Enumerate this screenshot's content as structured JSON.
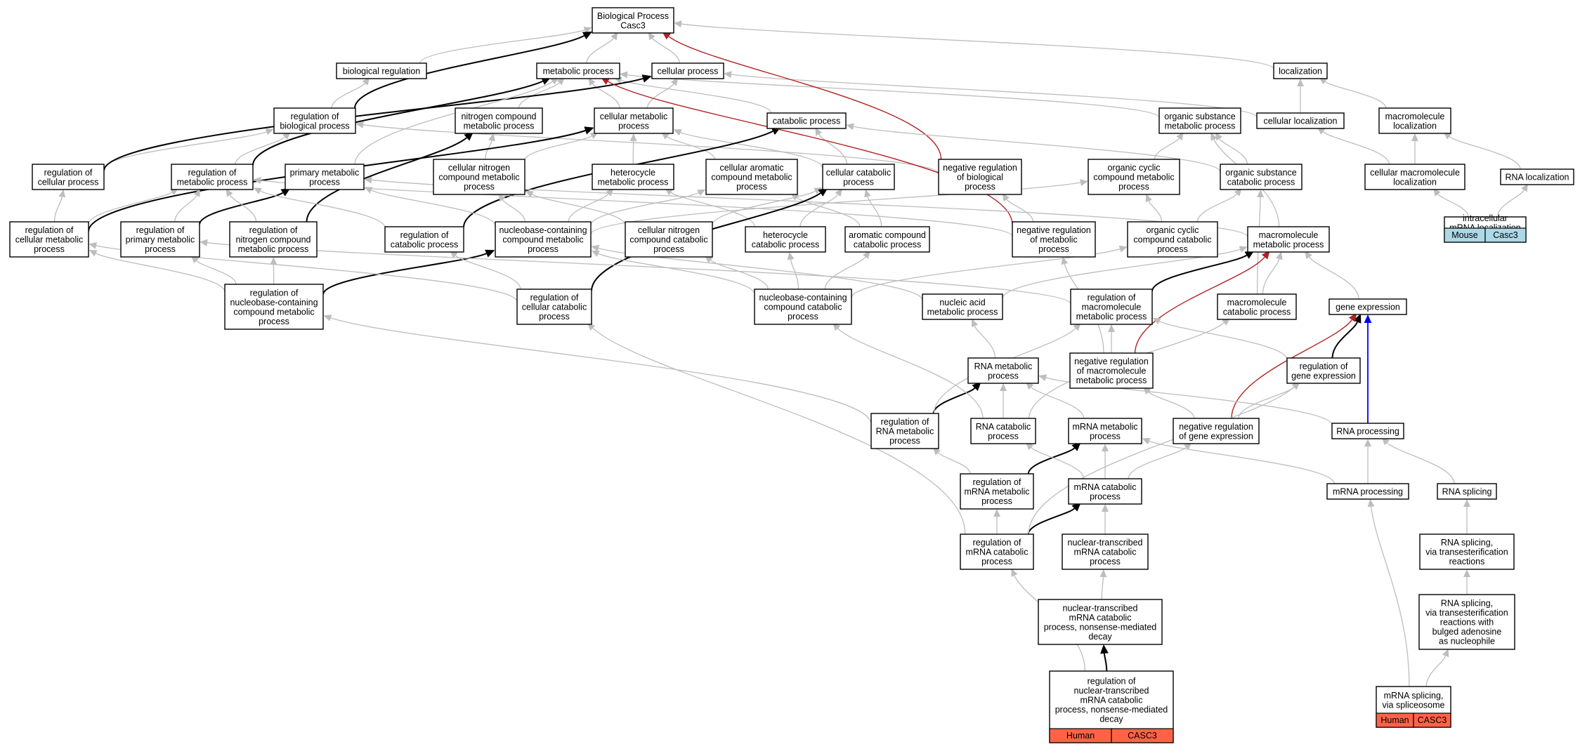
{
  "nodes": [
    {
      "id": "root",
      "lines": [
        "Biological Process",
        "Casc3"
      ]
    },
    {
      "id": "bioreg",
      "lines": [
        "biological regulation"
      ]
    },
    {
      "id": "metab",
      "lines": [
        "metabolic process"
      ]
    },
    {
      "id": "cellproc",
      "lines": [
        "cellular process"
      ]
    },
    {
      "id": "localization",
      "lines": [
        "localization"
      ]
    },
    {
      "id": "regbio",
      "lines": [
        "regulation of",
        "biological process"
      ]
    },
    {
      "id": "nitrometab",
      "lines": [
        "nitrogen compound",
        "metabolic process"
      ]
    },
    {
      "id": "cellmetab",
      "lines": [
        "cellular metabolic",
        "process"
      ]
    },
    {
      "id": "catab",
      "lines": [
        "catabolic process"
      ]
    },
    {
      "id": "orgsub",
      "lines": [
        "organic substance",
        "metabolic process"
      ]
    },
    {
      "id": "cellloc",
      "lines": [
        "cellular localization"
      ]
    },
    {
      "id": "macroloc",
      "lines": [
        "macromolecule",
        "localization"
      ]
    },
    {
      "id": "regcell",
      "lines": [
        "regulation of",
        "cellular process"
      ]
    },
    {
      "id": "regmetab",
      "lines": [
        "regulation of",
        "metabolic process"
      ]
    },
    {
      "id": "primmetab",
      "lines": [
        "primary metabolic",
        "process"
      ]
    },
    {
      "id": "cellnitro",
      "lines": [
        "cellular nitrogen",
        "compound metabolic",
        "process"
      ]
    },
    {
      "id": "hetero",
      "lines": [
        "heterocycle",
        "metabolic process"
      ]
    },
    {
      "id": "cellarom",
      "lines": [
        "cellular aromatic",
        "compound metabolic",
        "process"
      ]
    },
    {
      "id": "cellcatab",
      "lines": [
        "cellular catabolic",
        "process"
      ]
    },
    {
      "id": "negregbio",
      "lines": [
        "negative regulation",
        "of biological",
        "process"
      ]
    },
    {
      "id": "orgcyc",
      "lines": [
        "organic cyclic",
        "compound metabolic",
        "process"
      ]
    },
    {
      "id": "orgsubcat",
      "lines": [
        "organic substance",
        "catabolic process"
      ]
    },
    {
      "id": "cellmacroloc",
      "lines": [
        "cellular macromolecule",
        "localization"
      ]
    },
    {
      "id": "rnaloc",
      "lines": [
        "RNA localization"
      ]
    },
    {
      "id": "regcellmetab",
      "lines": [
        "regulation of",
        "cellular metabolic",
        "process"
      ]
    },
    {
      "id": "regprim",
      "lines": [
        "regulation of",
        "primary metabolic",
        "process"
      ]
    },
    {
      "id": "regnitro",
      "lines": [
        "regulation of",
        "nitrogen compound",
        "metabolic process"
      ]
    },
    {
      "id": "regcatab",
      "lines": [
        "regulation of",
        "catabolic process"
      ]
    },
    {
      "id": "nbcmetab",
      "lines": [
        "nucleobase-containing",
        "compound metabolic",
        "process"
      ]
    },
    {
      "id": "cellnitrocat",
      "lines": [
        "cellular nitrogen",
        "compound catabolic",
        "process"
      ]
    },
    {
      "id": "heterocat",
      "lines": [
        "heterocycle",
        "catabolic process"
      ]
    },
    {
      "id": "aromcat",
      "lines": [
        "aromatic compound",
        "catabolic process"
      ]
    },
    {
      "id": "negregmetab",
      "lines": [
        "negative regulation",
        "of metabolic",
        "process"
      ]
    },
    {
      "id": "orgcyccat",
      "lines": [
        "organic cyclic",
        "compound catabolic",
        "process"
      ]
    },
    {
      "id": "macrometab",
      "lines": [
        "macromolecule",
        "metabolic process"
      ]
    },
    {
      "id": "intramrnaloc",
      "lines": [
        "intracellular",
        "mRNA localization"
      ]
    },
    {
      "id": "regnbc",
      "lines": [
        "regulation of",
        "nucleobase-containing",
        "compound metabolic",
        "process"
      ]
    },
    {
      "id": "regcellcat",
      "lines": [
        "regulation of",
        "cellular catabolic",
        "process"
      ]
    },
    {
      "id": "nbccat",
      "lines": [
        "nucleobase-containing",
        "compound catabolic",
        "process"
      ]
    },
    {
      "id": "nucacid",
      "lines": [
        "nucleic acid",
        "metabolic process"
      ]
    },
    {
      "id": "regmacro",
      "lines": [
        "regulation of",
        "macromolecule",
        "metabolic process"
      ]
    },
    {
      "id": "macrocat",
      "lines": [
        "macromolecule",
        "catabolic process"
      ]
    },
    {
      "id": "geneexp",
      "lines": [
        "gene expression"
      ]
    },
    {
      "id": "rnametab",
      "lines": [
        "RNA metabolic",
        "process"
      ]
    },
    {
      "id": "negregmacro",
      "lines": [
        "negative regulation",
        "of macromolecule",
        "metabolic process"
      ]
    },
    {
      "id": "reggeneexp",
      "lines": [
        "regulation of",
        "gene expression"
      ]
    },
    {
      "id": "regrna",
      "lines": [
        "regulation of",
        "RNA metabolic",
        "process"
      ]
    },
    {
      "id": "rnacat",
      "lines": [
        "RNA catabolic",
        "process"
      ]
    },
    {
      "id": "mrnametab",
      "lines": [
        "mRNA metabolic",
        "process"
      ]
    },
    {
      "id": "negreggene",
      "lines": [
        "negative regulation",
        "of gene expression"
      ]
    },
    {
      "id": "rnaproc",
      "lines": [
        "RNA processing"
      ]
    },
    {
      "id": "regmrnametab",
      "lines": [
        "regulation of",
        "mRNA metabolic",
        "process"
      ]
    },
    {
      "id": "mrnacat",
      "lines": [
        "mRNA catabolic",
        "process"
      ]
    },
    {
      "id": "mrnaproc",
      "lines": [
        "mRNA processing"
      ]
    },
    {
      "id": "rnasplice",
      "lines": [
        "RNA splicing"
      ]
    },
    {
      "id": "regmrnacat",
      "lines": [
        "regulation of",
        "mRNA catabolic",
        "process"
      ]
    },
    {
      "id": "ntmrnacat",
      "lines": [
        "nuclear-transcribed",
        "mRNA catabolic",
        "process"
      ]
    },
    {
      "id": "rnaspltrans",
      "lines": [
        "RNA splicing,",
        "via transesterification",
        "reactions"
      ]
    },
    {
      "id": "nmd",
      "lines": [
        "nuclear-transcribed",
        "mRNA catabolic",
        "process, nonsense-mediated",
        "decay"
      ]
    },
    {
      "id": "rnasplbulged",
      "lines": [
        "RNA splicing,",
        "via transesterification",
        "reactions with",
        "bulged adenosine",
        "as nucleophile"
      ]
    },
    {
      "id": "regnmd",
      "lines": [
        "regulation of",
        "nuclear-transcribed",
        "mRNA catabolic",
        "process, nonsense-mediated",
        "decay"
      ],
      "tags": [
        "Human",
        "CASC3"
      ]
    },
    {
      "id": "mrnasplice",
      "lines": [
        "mRNA splicing,",
        "via spliceosome"
      ],
      "tags": [
        "Human",
        "CASC3"
      ]
    }
  ],
  "tags": {
    "intramrnaloc": {
      "labels": [
        "Mouse",
        "Casc3"
      ],
      "color": "#add8e6"
    },
    "regnmd": {
      "labels": [
        "Human",
        "CASC3"
      ],
      "color": "#ff6347"
    },
    "mrnasplice": {
      "labels": [
        "Human",
        "CASC3"
      ],
      "color": "#ff6347"
    }
  },
  "colors": {
    "grey": "#bdbdbd",
    "black": "#000000",
    "red": "#b22222",
    "blue": "#0000ee",
    "mouse_tag": "#add8e6",
    "human_tag": "#ff6347"
  },
  "edges": [
    {
      "from": "bioreg",
      "to": "root",
      "style": "grey"
    },
    {
      "from": "metab",
      "to": "root",
      "style": "grey"
    },
    {
      "from": "cellproc",
      "to": "root",
      "style": "grey"
    },
    {
      "from": "localization",
      "to": "root",
      "style": "grey"
    },
    {
      "from": "regbio",
      "to": "bioreg",
      "style": "grey"
    },
    {
      "from": "regbio",
      "to": "root",
      "style": "black"
    },
    {
      "from": "nitrometab",
      "to": "metab",
      "style": "grey"
    },
    {
      "from": "cellmetab",
      "to": "metab",
      "style": "grey"
    },
    {
      "from": "cellmetab",
      "to": "cellproc",
      "style": "grey"
    },
    {
      "from": "catab",
      "to": "metab",
      "style": "grey"
    },
    {
      "from": "orgsub",
      "to": "metab",
      "style": "grey"
    },
    {
      "from": "cellloc",
      "to": "cellproc",
      "style": "grey"
    },
    {
      "from": "cellloc",
      "to": "localization",
      "style": "grey"
    },
    {
      "from": "macroloc",
      "to": "localization",
      "style": "grey"
    },
    {
      "from": "regcell",
      "to": "regbio",
      "style": "grey"
    },
    {
      "from": "regcell",
      "to": "cellproc",
      "style": "black"
    },
    {
      "from": "regmetab",
      "to": "regbio",
      "style": "grey"
    },
    {
      "from": "regmetab",
      "to": "metab",
      "style": "black"
    },
    {
      "from": "primmetab",
      "to": "metab",
      "style": "grey"
    },
    {
      "from": "cellnitro",
      "to": "nitrometab",
      "style": "grey"
    },
    {
      "from": "cellnitro",
      "to": "cellmetab",
      "style": "grey"
    },
    {
      "from": "hetero",
      "to": "cellmetab",
      "style": "grey"
    },
    {
      "from": "cellarom",
      "to": "cellmetab",
      "style": "grey"
    },
    {
      "from": "cellcatab",
      "to": "cellmetab",
      "style": "grey"
    },
    {
      "from": "cellcatab",
      "to": "catab",
      "style": "grey"
    },
    {
      "from": "negregbio",
      "to": "regbio",
      "style": "grey"
    },
    {
      "from": "negregbio",
      "to": "root",
      "style": "red"
    },
    {
      "from": "orgcyc",
      "to": "orgsub",
      "style": "grey"
    },
    {
      "from": "orgsubcat",
      "to": "orgsub",
      "style": "grey"
    },
    {
      "from": "orgsubcat",
      "to": "catab",
      "style": "grey"
    },
    {
      "from": "cellmacroloc",
      "to": "cellloc",
      "style": "grey"
    },
    {
      "from": "cellmacroloc",
      "to": "macroloc",
      "style": "grey"
    },
    {
      "from": "rnaloc",
      "to": "macroloc",
      "style": "grey"
    },
    {
      "from": "regcellmetab",
      "to": "regcell",
      "style": "grey"
    },
    {
      "from": "regcellmetab",
      "to": "regmetab",
      "style": "grey"
    },
    {
      "from": "regcellmetab",
      "to": "cellmetab",
      "style": "black"
    },
    {
      "from": "regprim",
      "to": "regmetab",
      "style": "grey"
    },
    {
      "from": "regprim",
      "to": "primmetab",
      "style": "black"
    },
    {
      "from": "regnitro",
      "to": "regmetab",
      "style": "grey"
    },
    {
      "from": "regnitro",
      "to": "nitrometab",
      "style": "black"
    },
    {
      "from": "regcatab",
      "to": "regmetab",
      "style": "grey"
    },
    {
      "from": "regcatab",
      "to": "catab",
      "style": "black"
    },
    {
      "from": "nbcmetab",
      "to": "cellnitro",
      "style": "grey"
    },
    {
      "from": "nbcmetab",
      "to": "hetero",
      "style": "grey"
    },
    {
      "from": "nbcmetab",
      "to": "cellarom",
      "style": "grey"
    },
    {
      "from": "nbcmetab",
      "to": "primmetab",
      "style": "grey"
    },
    {
      "from": "nbcmetab",
      "to": "orgcyc",
      "style": "grey"
    },
    {
      "from": "cellnitrocat",
      "to": "cellcatab",
      "style": "grey"
    },
    {
      "from": "cellnitrocat",
      "to": "cellnitro",
      "style": "grey"
    },
    {
      "from": "heterocat",
      "to": "cellcatab",
      "style": "grey"
    },
    {
      "from": "heterocat",
      "to": "hetero",
      "style": "grey"
    },
    {
      "from": "aromcat",
      "to": "cellcatab",
      "style": "grey"
    },
    {
      "from": "aromcat",
      "to": "cellarom",
      "style": "grey"
    },
    {
      "from": "negregmetab",
      "to": "regmetab",
      "style": "grey"
    },
    {
      "from": "negregmetab",
      "to": "negregbio",
      "style": "grey"
    },
    {
      "from": "negregmetab",
      "to": "metab",
      "style": "red"
    },
    {
      "from": "orgcyccat",
      "to": "orgcyc",
      "style": "grey"
    },
    {
      "from": "orgcyccat",
      "to": "orgsubcat",
      "style": "grey"
    },
    {
      "from": "macrometab",
      "to": "primmetab",
      "style": "grey"
    },
    {
      "from": "macrometab",
      "to": "orgsub",
      "style": "grey"
    },
    {
      "from": "intramrnaloc",
      "to": "cellmacroloc",
      "style": "grey"
    },
    {
      "from": "intramrnaloc",
      "to": "rnaloc",
      "style": "grey"
    },
    {
      "from": "regnbc",
      "to": "regcellmetab",
      "style": "grey"
    },
    {
      "from": "regnbc",
      "to": "regprim",
      "style": "grey"
    },
    {
      "from": "regnbc",
      "to": "regnitro",
      "style": "grey"
    },
    {
      "from": "regnbc",
      "to": "nbcmetab",
      "style": "black"
    },
    {
      "from": "regcellcat",
      "to": "regcatab",
      "style": "grey"
    },
    {
      "from": "regcellcat",
      "to": "regcellmetab",
      "style": "grey"
    },
    {
      "from": "regcellcat",
      "to": "cellcatab",
      "style": "black"
    },
    {
      "from": "nbccat",
      "to": "nbcmetab",
      "style": "grey"
    },
    {
      "from": "nbccat",
      "to": "cellnitrocat",
      "style": "grey"
    },
    {
      "from": "nbccat",
      "to": "heterocat",
      "style": "grey"
    },
    {
      "from": "nbccat",
      "to": "aromcat",
      "style": "grey"
    },
    {
      "from": "nbccat",
      "to": "orgcyccat",
      "style": "grey"
    },
    {
      "from": "nucacid",
      "to": "nbcmetab",
      "style": "grey"
    },
    {
      "from": "nucacid",
      "to": "macrometab",
      "style": "grey"
    },
    {
      "from": "regmacro",
      "to": "regprim",
      "style": "grey"
    },
    {
      "from": "regmacro",
      "to": "macrometab",
      "style": "black"
    },
    {
      "from": "macrocat",
      "to": "macrometab",
      "style": "grey"
    },
    {
      "from": "macrocat",
      "to": "orgsubcat",
      "style": "grey"
    },
    {
      "from": "geneexp",
      "to": "macrometab",
      "style": "grey"
    },
    {
      "from": "rnametab",
      "to": "nucacid",
      "style": "grey"
    },
    {
      "from": "negregmacro",
      "to": "regmacro",
      "style": "grey"
    },
    {
      "from": "negregmacro",
      "to": "negregmetab",
      "style": "grey"
    },
    {
      "from": "negregmacro",
      "to": "macrometab",
      "style": "red"
    },
    {
      "from": "reggeneexp",
      "to": "regmacro",
      "style": "grey"
    },
    {
      "from": "reggeneexp",
      "to": "geneexp",
      "style": "black"
    },
    {
      "from": "regrna",
      "to": "rnametab",
      "style": "black"
    },
    {
      "from": "regrna",
      "to": "regnbc",
      "style": "grey"
    },
    {
      "from": "regrna",
      "to": "regmacro",
      "style": "grey"
    },
    {
      "from": "rnacat",
      "to": "rnametab",
      "style": "grey"
    },
    {
      "from": "rnacat",
      "to": "nbccat",
      "style": "grey"
    },
    {
      "from": "rnacat",
      "to": "macrocat",
      "style": "grey"
    },
    {
      "from": "mrnametab",
      "to": "rnametab",
      "style": "grey"
    },
    {
      "from": "negreggene",
      "to": "reggeneexp",
      "style": "grey"
    },
    {
      "from": "negreggene",
      "to": "negregmacro",
      "style": "grey"
    },
    {
      "from": "negreggene",
      "to": "geneexp",
      "style": "red"
    },
    {
      "from": "rnaproc",
      "to": "rnametab",
      "style": "grey"
    },
    {
      "from": "rnaproc",
      "to": "geneexp",
      "style": "blue"
    },
    {
      "from": "regmrnametab",
      "to": "regrna",
      "style": "grey"
    },
    {
      "from": "regmrnametab",
      "to": "mrnametab",
      "style": "black"
    },
    {
      "from": "mrnacat",
      "to": "mrnametab",
      "style": "grey"
    },
    {
      "from": "mrnacat",
      "to": "rnacat",
      "style": "grey"
    },
    {
      "from": "mrnacat",
      "to": "negreggene",
      "style": "grey"
    },
    {
      "from": "mrnaproc",
      "to": "rnaproc",
      "style": "grey"
    },
    {
      "from": "mrnaproc",
      "to": "mrnametab",
      "style": "grey"
    },
    {
      "from": "rnasplice",
      "to": "rnaproc",
      "style": "grey"
    },
    {
      "from": "regmrnacat",
      "to": "regmrnametab",
      "style": "grey"
    },
    {
      "from": "regmrnacat",
      "to": "mrnacat",
      "style": "black"
    },
    {
      "from": "regmrnacat",
      "to": "regcellcat",
      "style": "grey"
    },
    {
      "from": "regmrnacat",
      "to": "reggeneexp",
      "style": "grey"
    },
    {
      "from": "ntmrnacat",
      "to": "mrnacat",
      "style": "grey"
    },
    {
      "from": "rnaspltrans",
      "to": "rnasplice",
      "style": "grey"
    },
    {
      "from": "nmd",
      "to": "ntmrnacat",
      "style": "grey"
    },
    {
      "from": "rnasplbulged",
      "to": "rnaspltrans",
      "style": "grey"
    },
    {
      "from": "regnmd",
      "to": "nmd",
      "style": "black"
    },
    {
      "from": "regnmd",
      "to": "regmrnacat",
      "style": "grey"
    },
    {
      "from": "mrnasplice",
      "to": "rnasplbulged",
      "style": "grey"
    },
    {
      "from": "mrnasplice",
      "to": "mrnaproc",
      "style": "grey"
    }
  ]
}
